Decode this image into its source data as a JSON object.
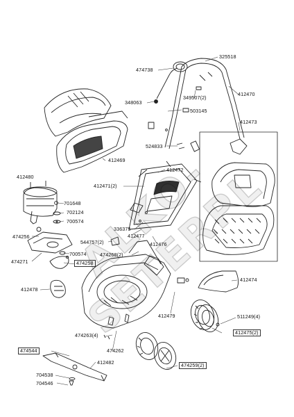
{
  "parts": {
    "p474738": "474738",
    "p325518": "325518",
    "p348063": "348063",
    "p349507": "349507(2)",
    "p412470": "412470",
    "p503145": "503145",
    "p412473": "412473",
    "p524833": "524833",
    "p412469": "412469",
    "p412480": "412480",
    "p412472": "412472",
    "p412471": "412471(2)",
    "p701648": "701648",
    "p702124": "702124",
    "p700574a": "700574",
    "p336375": "336375",
    "p474256": "474256",
    "p544757": "544757(2)",
    "p412477": "412477",
    "p412476": "412476",
    "p474271": "474271",
    "p700574b": "700574",
    "p474268": "474268(2)",
    "p474258": "474258",
    "p412474": "412474",
    "p412478": "412478",
    "p412479": "412479",
    "p511249": "511249(4)",
    "p412475": "412475(2)",
    "p474263": "474263(4)",
    "p474544": "474544",
    "p474262": "474262",
    "p412482": "412482",
    "p474259": "474259(2)",
    "p704538": "704538",
    "p704546": "704546"
  },
  "watermark": "ALKO-SETERPL"
}
